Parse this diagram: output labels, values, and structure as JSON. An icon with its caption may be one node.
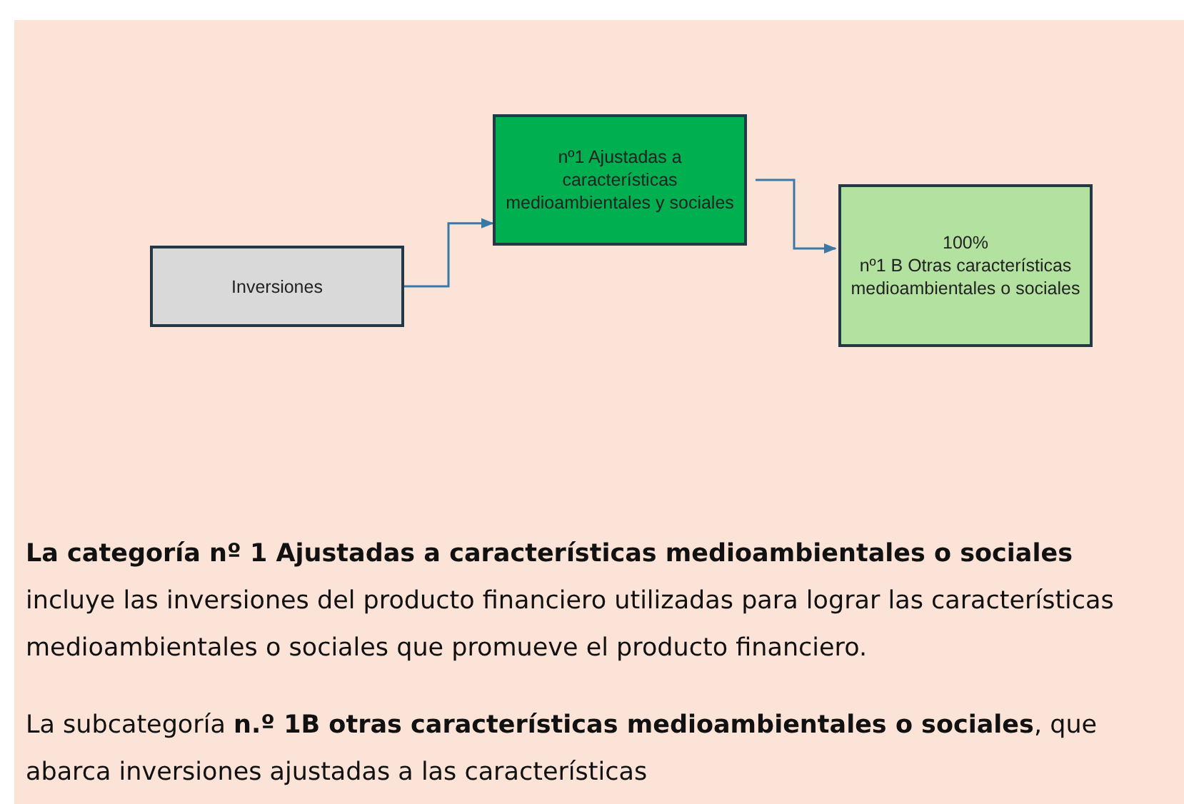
{
  "diagram": {
    "nodes": [
      {
        "text": [
          "Inversiones"
        ]
      },
      {
        "text": [
          "nº1 Ajustadas a características medioambientales y sociales"
        ]
      },
      {
        "text": [
          "100%",
          "nº1 B Otras características medioambientales o sociales"
        ]
      }
    ],
    "edges": [
      {
        "from": 0,
        "to": 1,
        "arrow": "to"
      },
      {
        "from": 1,
        "to": 2,
        "arrow": "to"
      }
    ],
    "labels": [
      "**La categoría nº 1 Ajustadas a características medioambientales o sociales** incluye las inversiones del producto financiero utilizadas para lograr las características medioambientales o sociales que promueve el producto financiero.",
      "La subcategoría **n.º 1B otras características medioambientales o sociales**, que abarca inversiones ajustadas a las características"
    ]
  }
}
